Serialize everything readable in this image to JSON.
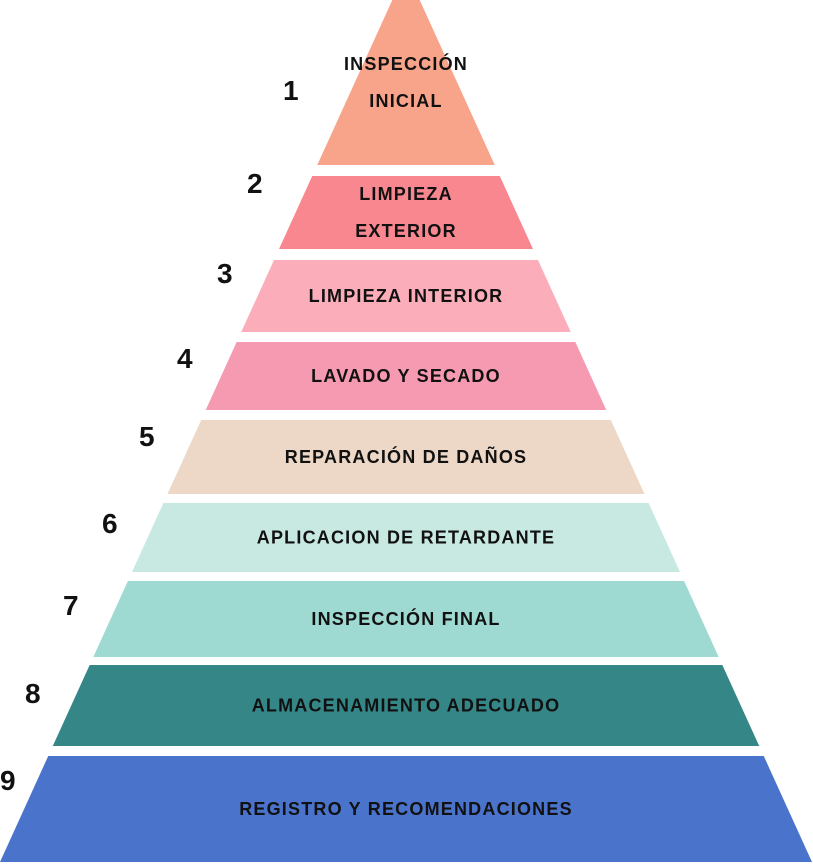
{
  "levels": [
    {
      "number": "1",
      "lines": [
        "INSPECCIÓN",
        "INICIAL"
      ],
      "color": "#F7A48A"
    },
    {
      "number": "2",
      "lines": [
        "LIMPIEZA",
        "EXTERIOR"
      ],
      "color": "#F98790"
    },
    {
      "number": "3",
      "lines": [
        "LIMPIEZA INTERIOR"
      ],
      "color": "#FBAEB9"
    },
    {
      "number": "4",
      "lines": [
        "LAVADO Y SECADO"
      ],
      "color": "#F59AB1"
    },
    {
      "number": "5",
      "lines": [
        "REPARACIÓN DE DAÑOS"
      ],
      "color": "#EDD8C7"
    },
    {
      "number": "6",
      "lines": [
        "APLICACION DE RETARDANTE"
      ],
      "color": "#C8E8E2"
    },
    {
      "number": "7",
      "lines": [
        "INSPECCIÓN FINAL"
      ],
      "color": "#9FDAD2"
    },
    {
      "number": "8",
      "lines": [
        "ALMACENAMIENTO ADECUADO"
      ],
      "color": "#358687"
    },
    {
      "number": "9",
      "lines": [
        "REGISTRO Y RECOMENDACIONES"
      ],
      "color": "#4A73CC"
    }
  ]
}
